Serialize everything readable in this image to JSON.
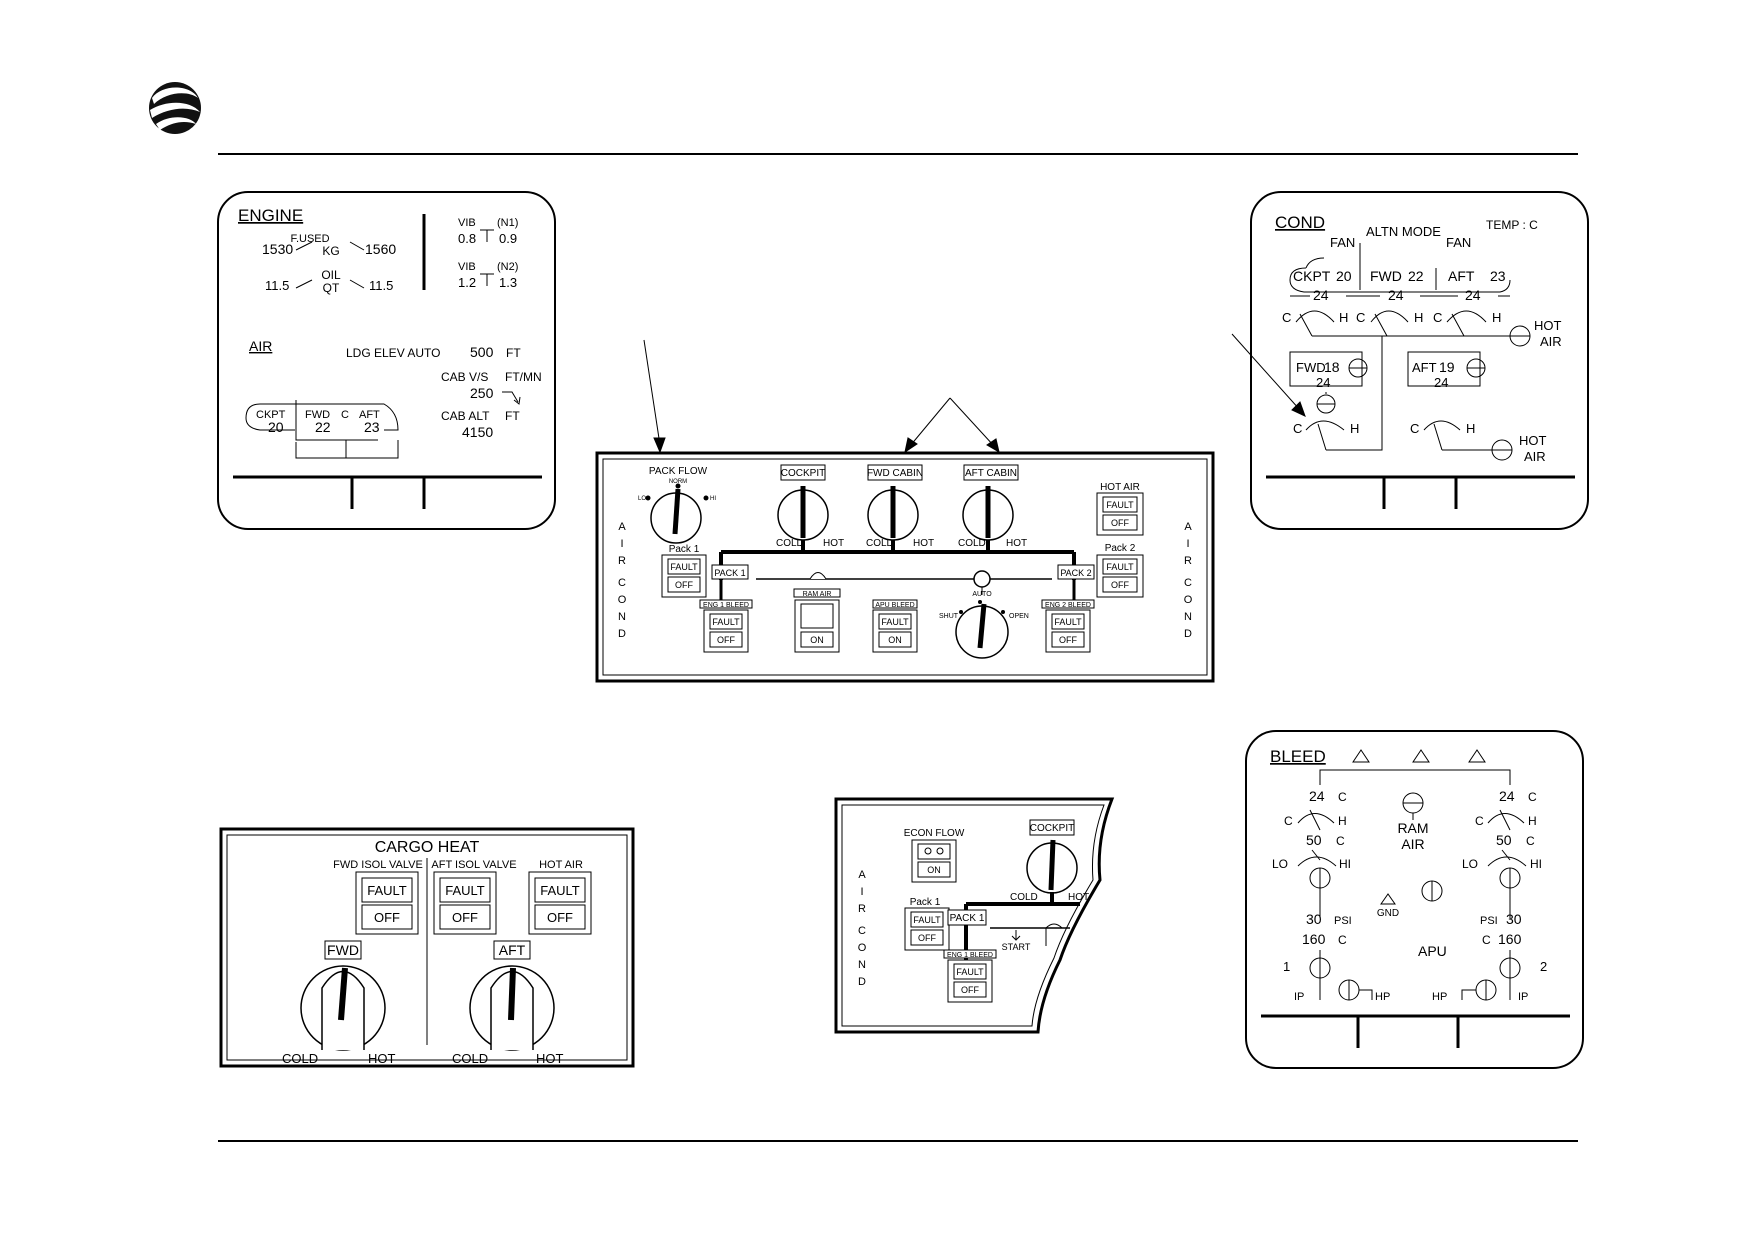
{
  "engine": {
    "title": "ENGINE",
    "fused_label": "F.USED",
    "fused_unit": "KG",
    "fused_left": "1530",
    "fused_right": "1560",
    "oil_label": "OIL",
    "oil_unit": "QT",
    "oil_left": "11.5",
    "oil_right": "11.5",
    "vib1_label": "VIB",
    "vib1_tag": "(N1)",
    "vib1_left": "0.8",
    "vib1_right": "0.9",
    "vib2_label": "VIB",
    "vib2_tag": "(N2)",
    "vib2_left": "1.2",
    "vib2_right": "1.3",
    "air_title": "AIR",
    "ldg_elev": "LDG  ELEV  AUTO",
    "ldg_value": "500",
    "ldg_unit": "FT",
    "cab_vs_label": "CAB  V/S",
    "cab_vs_unit": "FT/MN",
    "cab_vs_value": "250",
    "cab_alt_label": "CAB  ALT",
    "cab_alt_unit": "FT",
    "cab_alt_value": "4150",
    "ckpt_label": "CKPT",
    "ckpt_value": "20",
    "fwd_label": "FWD",
    "fwd_value": "22",
    "c_label": "C",
    "aft_label": "AFT",
    "aft_value": "23"
  },
  "cond": {
    "title": "COND",
    "temp": "TEMP : C",
    "altn": "ALTN MODE",
    "fan_left": "FAN",
    "fan_right": "FAN",
    "ckpt_label": "CKPT",
    "ckpt_value": "20",
    "fwd_label": "FWD",
    "fwd_value": "22",
    "aft_label": "AFT",
    "aft_value": "23",
    "duct1": "24",
    "duct2": "24",
    "duct3": "24",
    "c": "C",
    "h": "H",
    "hot_air_1": "HOT",
    "hot_air_2": "AIR",
    "fwd_cargo_label": "FWD",
    "fwd_cargo_value": "18",
    "fwd_cargo_duct": "24",
    "aft_cargo_label": "AFT",
    "aft_cargo_value": "19",
    "aft_cargo_duct": "24"
  },
  "aircond_panel": {
    "side_label": [
      "A",
      "I",
      "R",
      "",
      "C",
      "O",
      "N",
      "D"
    ],
    "pack_flow": "PACK FLOW",
    "norm": "NORM",
    "lo": "LO",
    "hi": "HI",
    "cockpit": "COCKPIT",
    "fwd_cabin": "FWD CABIN",
    "aft_cabin": "AFT CABIN",
    "cold": "COLD",
    "hot": "HOT",
    "hot_air": "HOT AIR",
    "fault": "FAULT",
    "off": "OFF",
    "on": "ON",
    "pack1": "Pack 1",
    "pack2": "Pack 2",
    "pack1_tag": "PACK 1",
    "pack2_tag": "PACK 2",
    "ram_air": "RAM  AIR",
    "apu_bleed": "APU BLEED",
    "eng1_bleed": "ENG 1 BLEED",
    "eng2_bleed": "ENG 2 BLEED",
    "auto": "AUTO",
    "shut": "SHUT",
    "open": "OPEN"
  },
  "cargo_heat": {
    "title": "CARGO HEAT",
    "fwd_isol": "FWD ISOL VALVE",
    "aft_isol": "AFT ISOL VALVE",
    "hot_air": "HOT AIR",
    "fault": "FAULT",
    "off": "OFF",
    "fwd": "FWD",
    "aft": "AFT",
    "cold": "COLD",
    "hot": "HOT"
  },
  "econ_panel": {
    "econ_flow": "ECON FLOW",
    "on": "ON",
    "cockpit": "COCKPIT",
    "cold": "COLD",
    "hot": "HOT",
    "pack1": "Pack 1",
    "fault": "FAULT",
    "off": "OFF",
    "pack1_tag": "PACK 1",
    "start": "START",
    "eng1_bleed": "ENG 1 BLEED"
  },
  "bleed": {
    "title": "BLEED",
    "t_left": "24",
    "t_right": "24",
    "c": "C",
    "h": "H",
    "p_left": "50",
    "p_right": "50",
    "lo": "LO",
    "hi": "HI",
    "ram1": "RAM",
    "ram2": "AIR",
    "gnd": "GND",
    "psi_left": "30",
    "psi_right": "30",
    "psi": "PSI",
    "temp_left": "160",
    "temp_right": "160",
    "apu": "APU",
    "eng1": "1",
    "eng2": "2",
    "ip": "IP",
    "hp": "HP"
  }
}
